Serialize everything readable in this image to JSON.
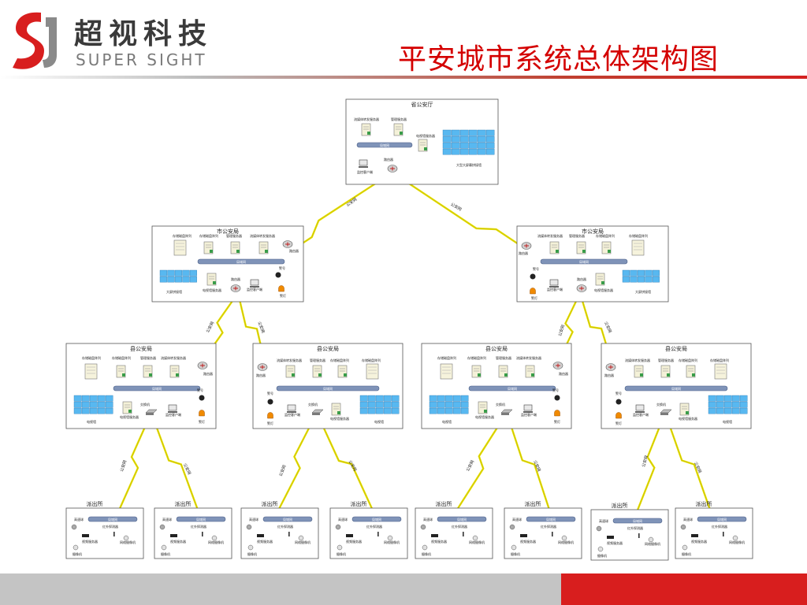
{
  "logo": {
    "cn": "超视科技",
    "en": "SUPER SIGHT",
    "colors": {
      "red": "#d81e1e",
      "gray": "#8a8a8a"
    }
  },
  "title": "平安城市系统总体架构图",
  "labels": {
    "province": "省公安厅",
    "city": "市公安局",
    "county": "县公安局",
    "station": "派出所",
    "link": "公安网",
    "lan": "局域网",
    "router": "路由器",
    "switch": "交换机",
    "storage": "存储磁盘阵列",
    "stream": "流媒体转发服务器",
    "manage": "管理服务器",
    "tvwall_server": "电视墙服务器",
    "bigscreen": "大型大屏幕拼接墙",
    "screen": "大屏拼接墙",
    "tvwall": "电视墙",
    "monitor": "监控客户端",
    "alarm": "警号",
    "light": "警灯",
    "dome": "高速球",
    "infrared": "红外探测器",
    "video_server": "视频服务器",
    "netcam": "网络摄像机",
    "camera": "摄像机"
  },
  "colors": {
    "accent": "#d40000",
    "link": "#e8e000",
    "lan": "#7f93b8",
    "screen": "#58b8f0"
  }
}
